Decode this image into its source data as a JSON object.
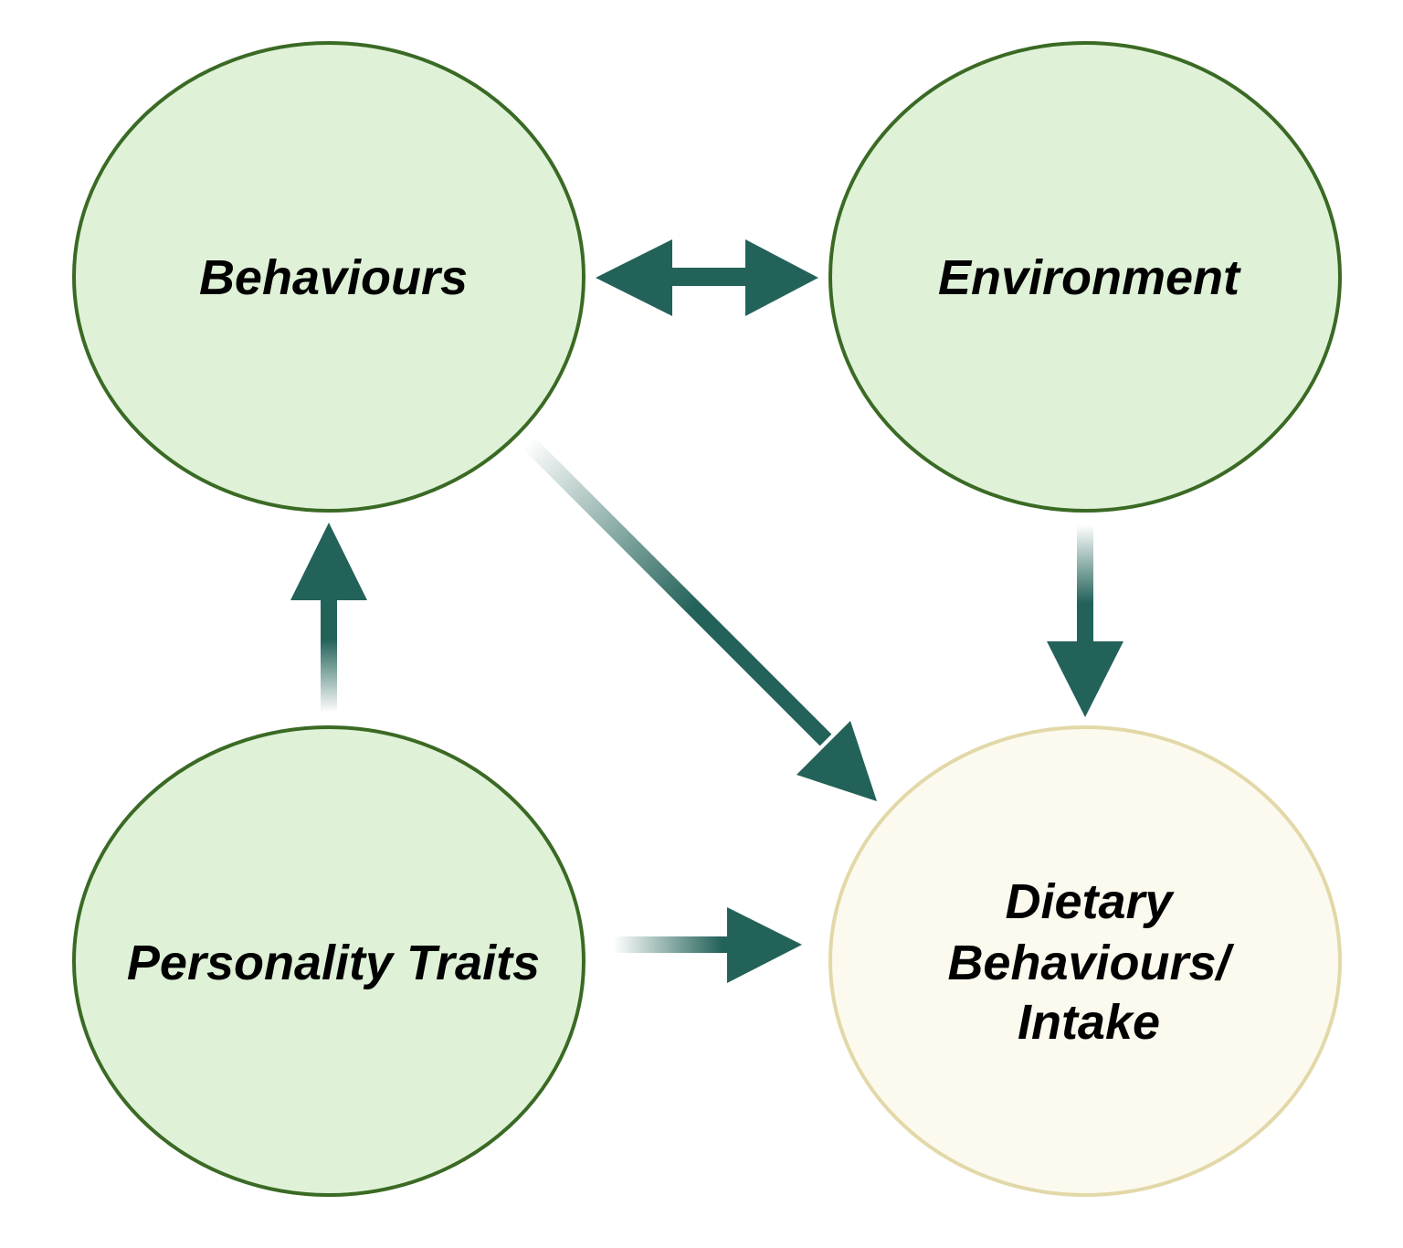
{
  "diagram": {
    "nodes": {
      "behaviours": {
        "label": "Behaviours"
      },
      "environment": {
        "label": "Environment"
      },
      "personality": {
        "label": "Personality Traits"
      },
      "dietary": {
        "lines": [
          "Dietary",
          "Behaviours/",
          "Intake"
        ]
      }
    },
    "edges": [
      {
        "from": "behaviours",
        "to": "environment",
        "direction": "both"
      },
      {
        "from": "personality",
        "to": "behaviours",
        "direction": "forward"
      },
      {
        "from": "behaviours",
        "to": "dietary",
        "direction": "forward"
      },
      {
        "from": "environment",
        "to": "dietary",
        "direction": "forward"
      },
      {
        "from": "personality",
        "to": "dietary",
        "direction": "forward"
      }
    ],
    "colors": {
      "factor_fill": "#dff2d8",
      "factor_stroke": "#3a6a24",
      "outcome_fill": "#fcfaee",
      "outcome_stroke": "#e2d8a8",
      "arrow": "#236259"
    }
  }
}
